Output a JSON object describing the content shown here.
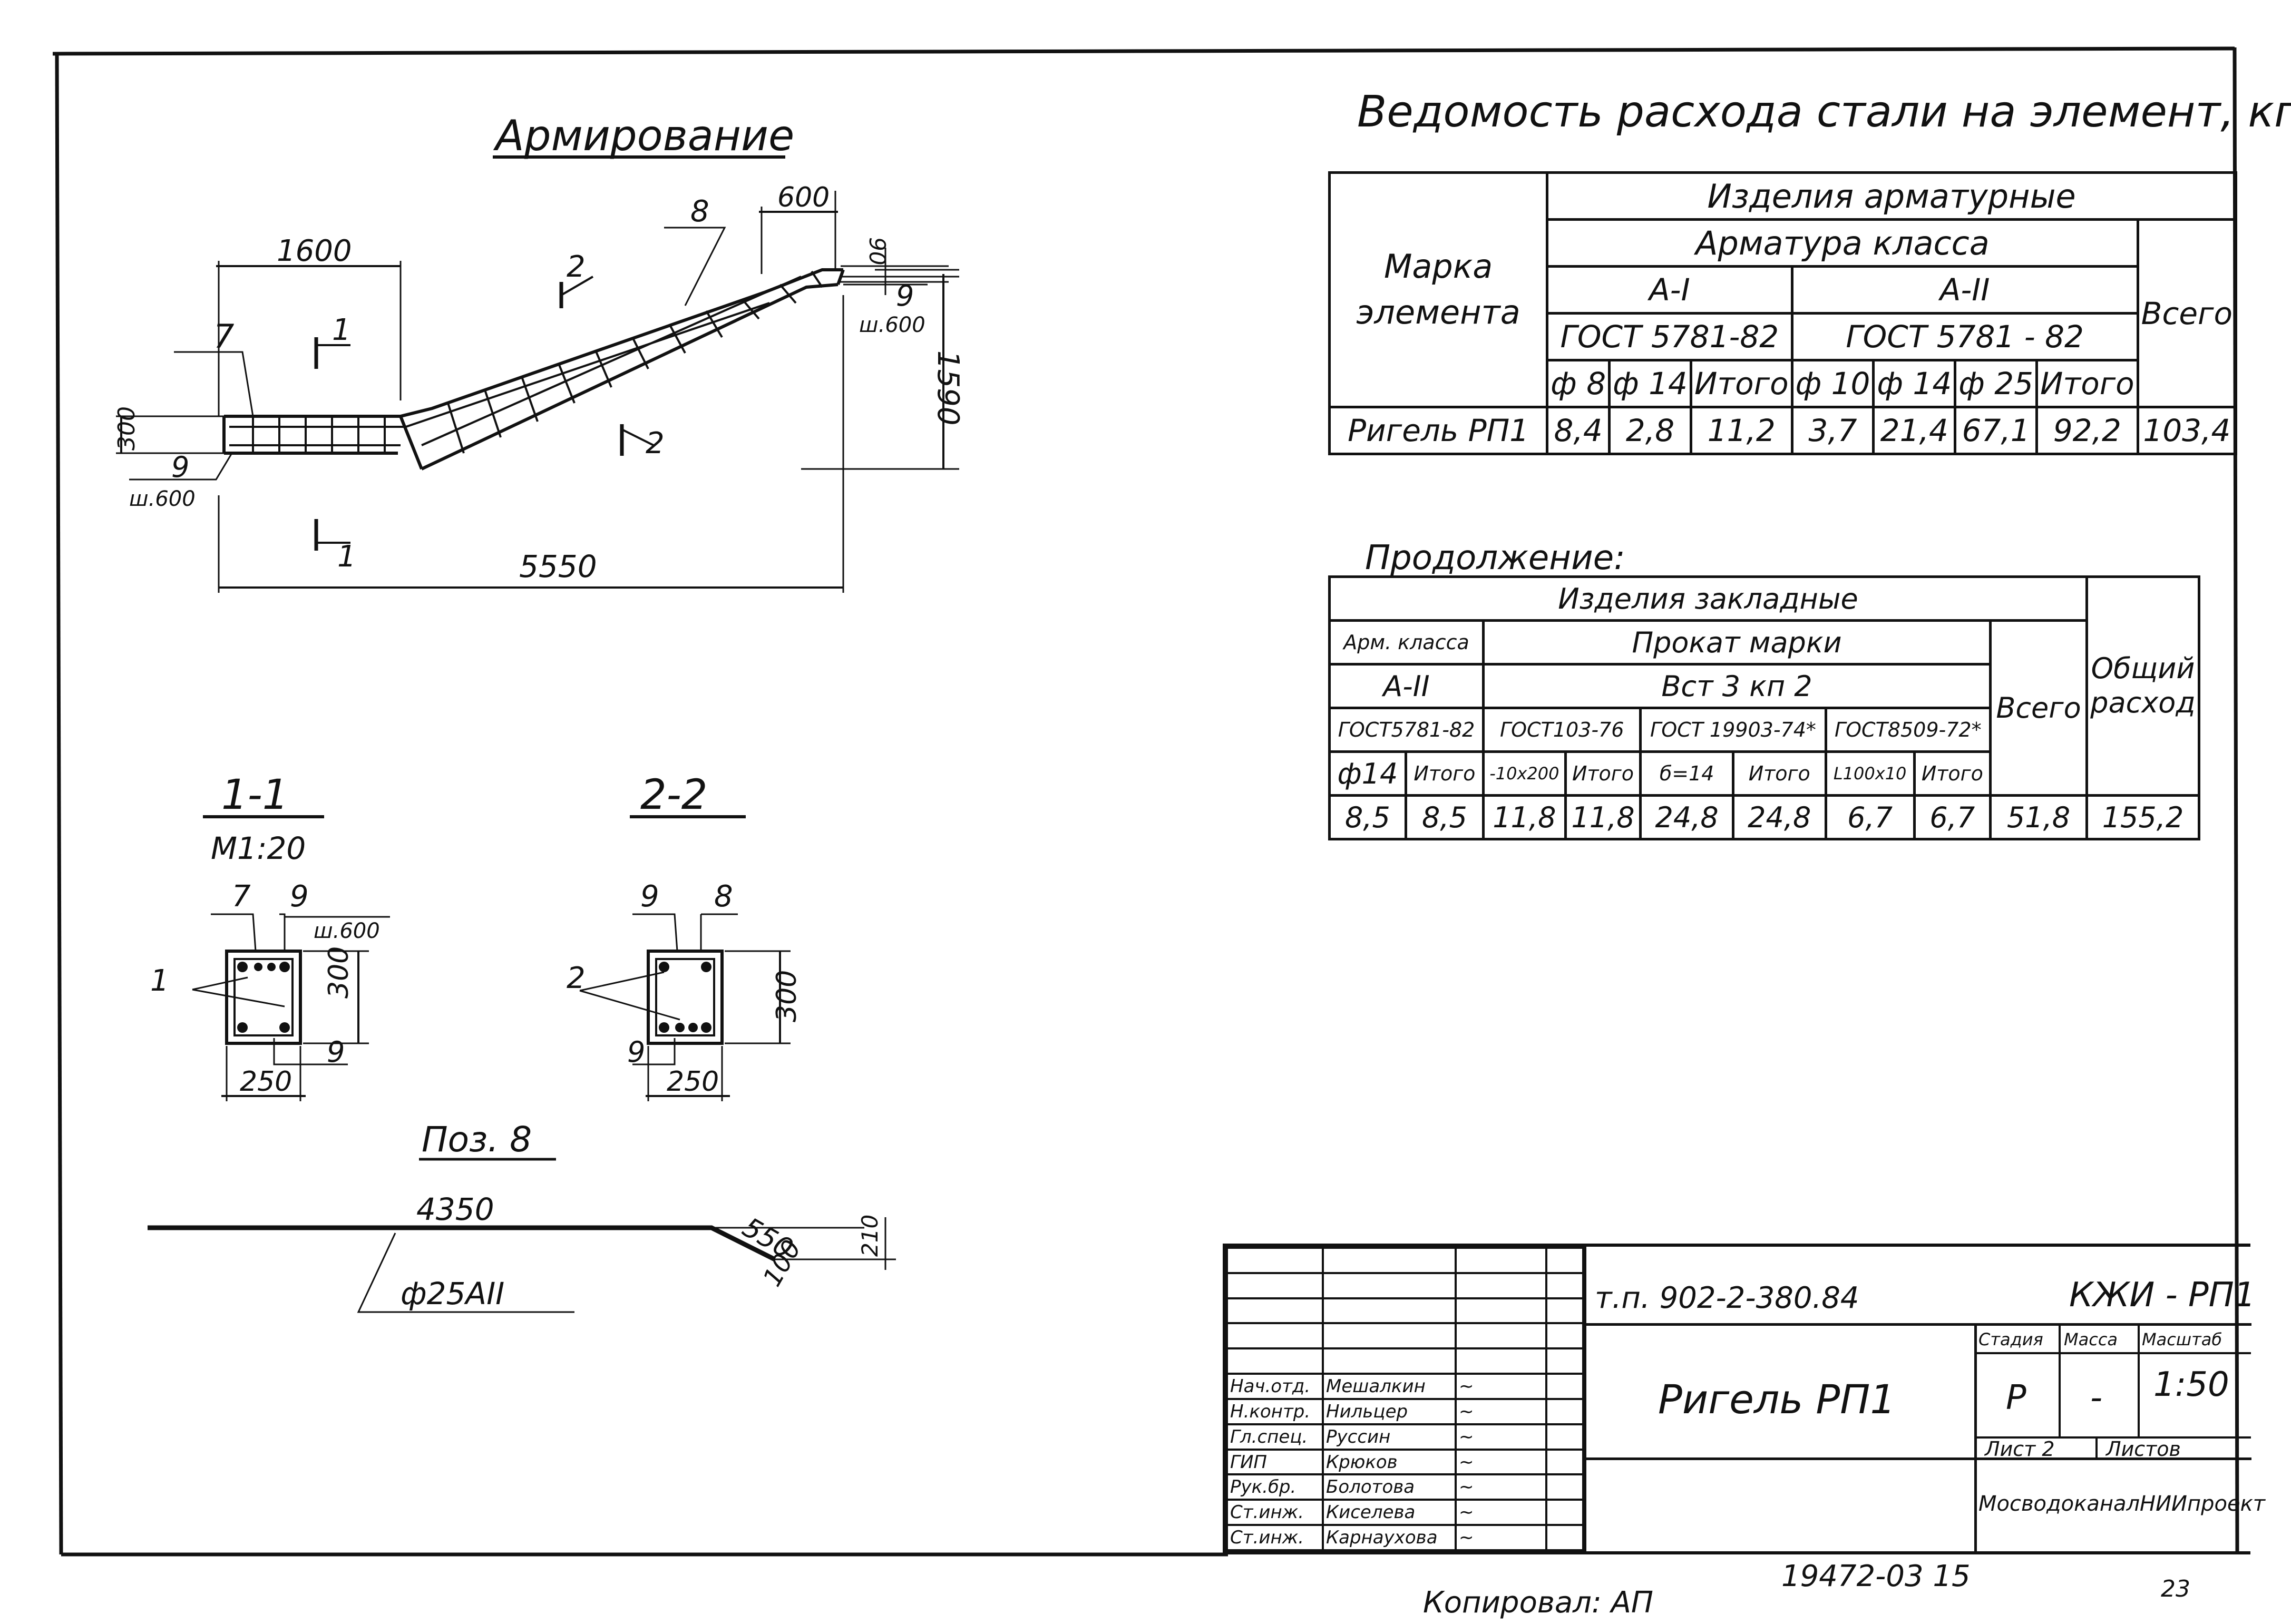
{
  "drawing": {
    "title": "Армирование",
    "dims": {
      "d1600": "1600",
      "d600": "600",
      "d90": "90",
      "d1590": "1590",
      "d300": "300",
      "d5550": "5550",
      "sh600a": "ш.600",
      "sh600b": "ш.600"
    },
    "positions": {
      "p7": "7",
      "p8": "8",
      "p9a": "9",
      "p9b": "9"
    },
    "section_marks": {
      "s1top": "1",
      "s1bot": "1",
      "s2top": "2",
      "s2bot": "2"
    }
  },
  "section_1_1": {
    "title": "1-1",
    "scale": "М1:20",
    "labels": {
      "p7": "7",
      "p9top": "9",
      "sh600": "ш.600",
      "p1": "1",
      "p9bot": "9"
    },
    "dims": {
      "height": "300",
      "width": "250"
    }
  },
  "section_2_2": {
    "title": "2-2",
    "labels": {
      "p9top": "9",
      "p8": "8",
      "p2": "2",
      "p9bot": "9"
    },
    "dims": {
      "height": "300",
      "width": "250"
    }
  },
  "pos8": {
    "title": "Поз. 8",
    "length1": "4350",
    "length2": "550",
    "length3": "100",
    "height": "210",
    "bar": "ф25АII"
  },
  "steel_table": {
    "title": "Ведомость расхода стали на элемент, кг",
    "header_element": "Марка элемента",
    "header_products": "Изделия арматурные",
    "header_class": "Арматура класса",
    "class_a1": "А-I",
    "class_a2": "А-II",
    "gost_a1": "ГОСТ 5781-82",
    "gost_a2": "ГОСТ 5781 - 82",
    "header_total": "Всего",
    "cols": [
      "ф 8",
      "ф 14",
      "Итого",
      "ф 10",
      "ф 14",
      "ф 25",
      "Итого"
    ],
    "row": {
      "name": "Ригель РП1",
      "values": [
        "8,4",
        "2,8",
        "11,2",
        "3,7",
        "21,4",
        "67,1",
        "92,2",
        "103,4"
      ]
    }
  },
  "continuation_table": {
    "title": "Продолжение:",
    "header_embedded": "Изделия закладные",
    "header_arm_class": "Арм. класса",
    "arm_class": "А-II",
    "header_rolled": "Прокат марки",
    "rolled_grade": "Вст 3 кп 2",
    "gost_arm": "ГОСТ5781-82",
    "gost_103": "ГОСТ103-76",
    "gost_19903": "ГОСТ 19903-74*",
    "gost_8509": "ГОСТ8509-72*",
    "header_total": "Всего",
    "header_grand": "Общий расход",
    "cols": [
      "ф14",
      "Итого",
      "-10х200",
      "Итого",
      "б=14",
      "Итого",
      "L100х10",
      "Итого"
    ],
    "values": [
      "8,5",
      "8,5",
      "11,8",
      "11,8",
      "24,8",
      "24,8",
      "6,7",
      "6,7",
      "51,8",
      "155,2"
    ]
  },
  "title_block": {
    "project": "т.п. 902-2-380.84",
    "code": "КЖИ - РП1",
    "sheet_title": "Ригель РП1",
    "stage_header": "Стадия",
    "mass_header": "Масса",
    "scale_header": "Масштаб",
    "stage": "Р",
    "mass": "-",
    "scale": "1:50",
    "sheet_label": "Лист",
    "sheet_no": "2",
    "sheets_label": "Листов",
    "org": "МосводоканалНИИпроект",
    "staff": [
      {
        "role": "Нач.отд.",
        "name": "Мешалкин"
      },
      {
        "role": "Н.контр.",
        "name": "Нильцер"
      },
      {
        "role": "Гл.спец.",
        "name": "Руссин"
      },
      {
        "role": "ГИП",
        "name": "Крюков"
      },
      {
        "role": "Рук.бр.",
        "name": "Болотова"
      },
      {
        "role": "Ст.инж.",
        "name": "Киселева"
      },
      {
        "role": "Ст.инж.",
        "name": "Карнаухова"
      }
    ]
  },
  "footer": {
    "copied": "Копировал: АП",
    "number": "19472-03 15",
    "page": "23"
  }
}
